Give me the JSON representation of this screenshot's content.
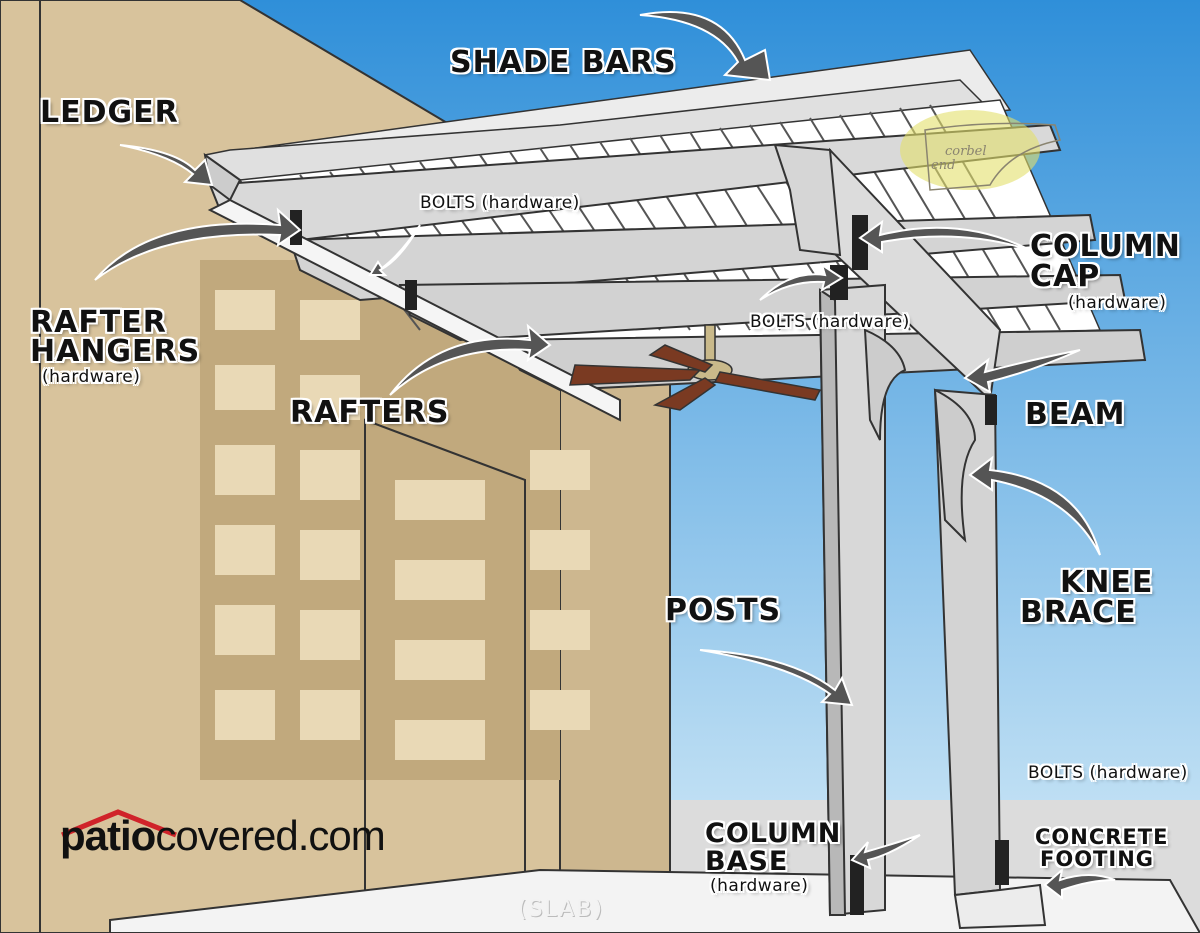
{
  "labels": {
    "shade_bars": "SHADE BARS",
    "ledger": "LEDGER",
    "corbel_end_1": "corbel",
    "corbel_end_2": "end",
    "bolts_top": "BOLTS (hardware)",
    "column_cap_1": "COLUMN",
    "column_cap_2": "CAP",
    "column_cap_hw": "(hardware)",
    "bolts_mid": "BOLTS (hardware)",
    "rafter_hangers_1": "RAFTER",
    "rafter_hangers_2": "HANGERS",
    "rafter_hangers_hw": "(hardware)",
    "beam": "BEAM",
    "rafters": "RAFTERS",
    "knee_brace_1": "KNEE",
    "knee_brace_2": "BRACE",
    "posts": "POSTS",
    "bolts_bottom": "BOLTS (hardware)",
    "column_base_1": "COLUMN",
    "column_base_2": "BASE",
    "column_base_hw": "(hardware)",
    "concrete_footing_1": "CONCRETE",
    "concrete_footing_2": "FOOTING",
    "slab": "(SLAB)"
  },
  "logo": {
    "part1": "patio",
    "part2": "covered.com",
    "roof_color": "#d0232a"
  },
  "colors": {
    "sky_top": "#2f8fd9",
    "sky_bottom": "#cfe8f7",
    "wall": "#d9c6a0",
    "wall_shadow": "#c2ab80",
    "wood": "#e3e3e3",
    "wood_shade": "#b9b9b9",
    "arrow": "#555555"
  }
}
